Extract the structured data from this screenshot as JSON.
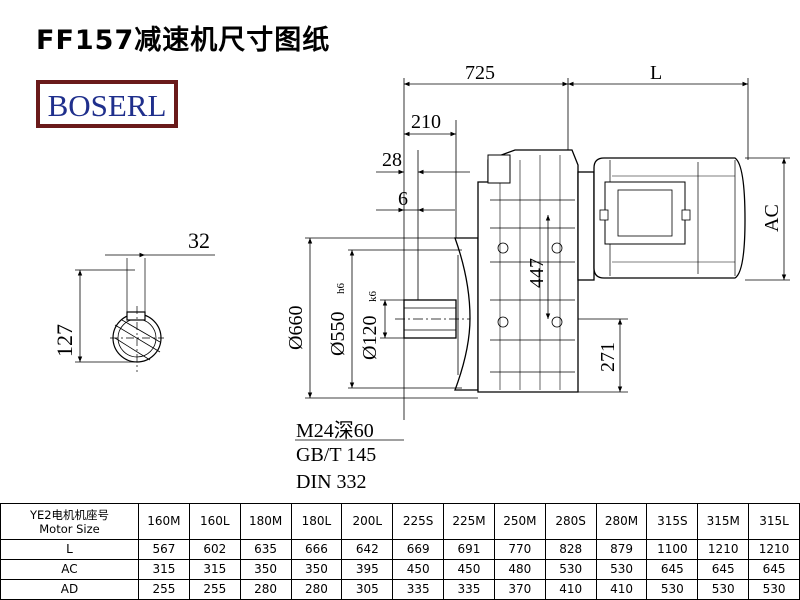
{
  "title": "FF157减速机尺寸图纸",
  "logo": "BOSERL",
  "dimensions": {
    "d725": "725",
    "dL": "L",
    "d210": "210",
    "d28": "28",
    "d6": "6",
    "d32": "32",
    "d127": "127",
    "dAC": "AC",
    "d447": "447",
    "d271": "271",
    "d660": "Ø660",
    "d550": "Ø550",
    "d550_tol": "h6",
    "d120": "Ø120",
    "d120_tol": "k6",
    "note1": "M24深60",
    "note2": "GB/T 145",
    "note3": "DIN 332"
  },
  "table": {
    "header_line1": "YE2电机机座号",
    "header_line2": "Motor Size",
    "columns": [
      "160M",
      "160L",
      "180M",
      "180L",
      "200L",
      "225S",
      "225M",
      "250M",
      "280S",
      "280M",
      "315S",
      "315M",
      "315L"
    ],
    "rows": [
      {
        "label": "L",
        "values": [
          "567",
          "602",
          "635",
          "666",
          "642",
          "669",
          "691",
          "770",
          "828",
          "879",
          "1100",
          "1210",
          "1210"
        ]
      },
      {
        "label": "AC",
        "values": [
          "315",
          "315",
          "350",
          "350",
          "395",
          "450",
          "450",
          "480",
          "530",
          "530",
          "645",
          "645",
          "645"
        ]
      },
      {
        "label": "AD",
        "values": [
          "255",
          "255",
          "280",
          "280",
          "305",
          "335",
          "335",
          "370",
          "410",
          "410",
          "530",
          "530",
          "530"
        ]
      }
    ]
  }
}
